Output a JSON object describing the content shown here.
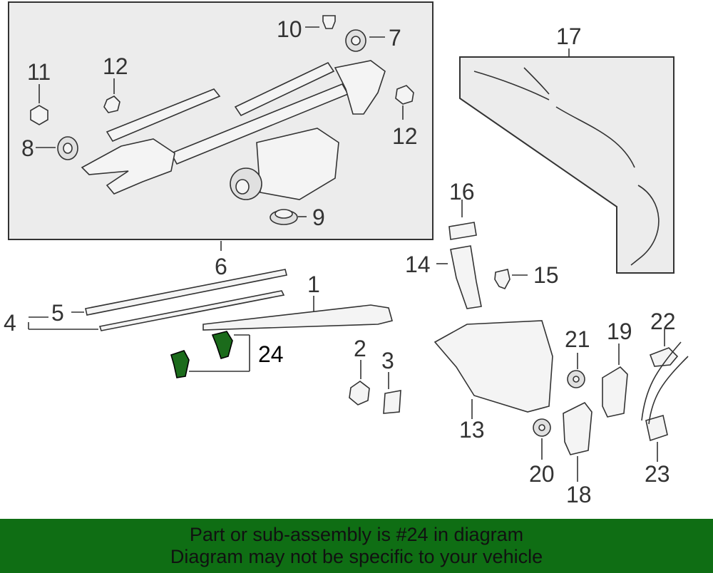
{
  "callouts": {
    "c1": "1",
    "c2": "2",
    "c3": "3",
    "c4": "4",
    "c5": "5",
    "c6": "6",
    "c7": "7",
    "c8": "8",
    "c9": "9",
    "c10": "10",
    "c11": "11",
    "c12a": "12",
    "c12b": "12",
    "c13": "13",
    "c14": "14",
    "c15": "15",
    "c16": "16",
    "c17": "17",
    "c18": "18",
    "c19": "19",
    "c20": "20",
    "c21": "21",
    "c22": "22",
    "c23": "23",
    "c24": "24"
  },
  "banner": {
    "line1": "Part or sub-assembly is #24 in diagram",
    "line2": "Diagram may not be specific to your vehicle"
  },
  "colors": {
    "banner_bg": "#0f6e14",
    "highlight_part": "#1b6b1b"
  }
}
